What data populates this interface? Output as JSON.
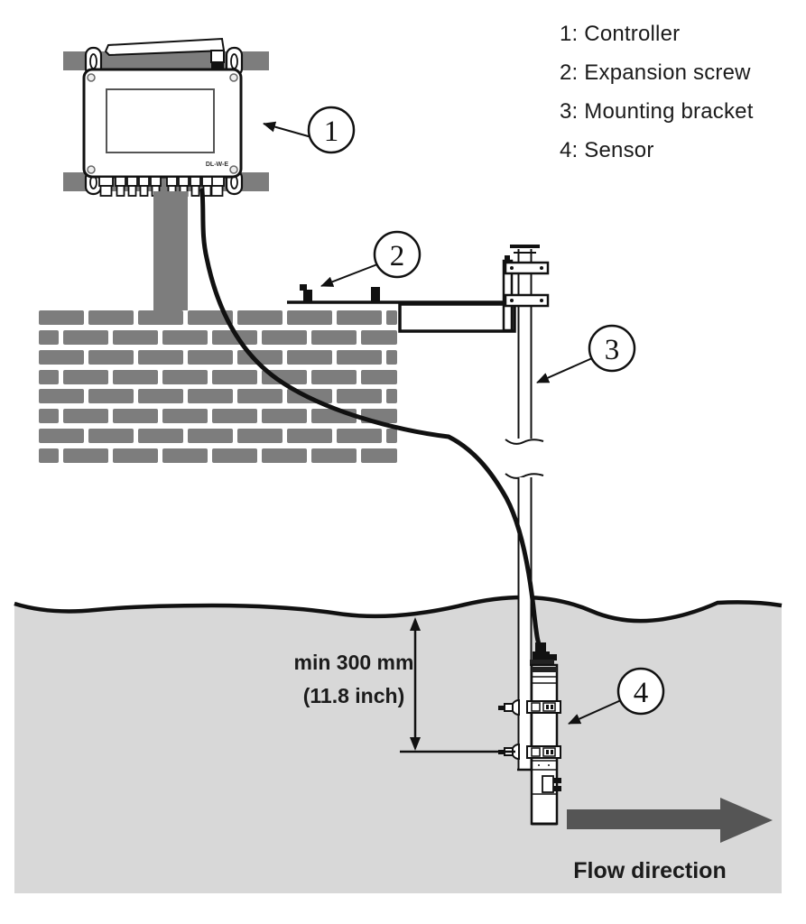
{
  "legend": {
    "items": [
      "1: Controller",
      "2: Expansion screw",
      "3: Mounting bracket",
      "4: Sensor"
    ]
  },
  "callouts": {
    "controller": "1",
    "expansion_screw": "2",
    "mounting_bracket": "3",
    "sensor": "4"
  },
  "labels": {
    "min_depth_metric": "min 300 mm",
    "min_depth_imperial": "(11.8 inch)",
    "flow_direction": "Flow direction",
    "controller_model": "DL-W-E"
  },
  "colors": {
    "metal_gray": "#7d7d7d",
    "water_gray": "#d8d8d8",
    "flow_arrow_gray": "#555555",
    "line_black": "#111111"
  }
}
